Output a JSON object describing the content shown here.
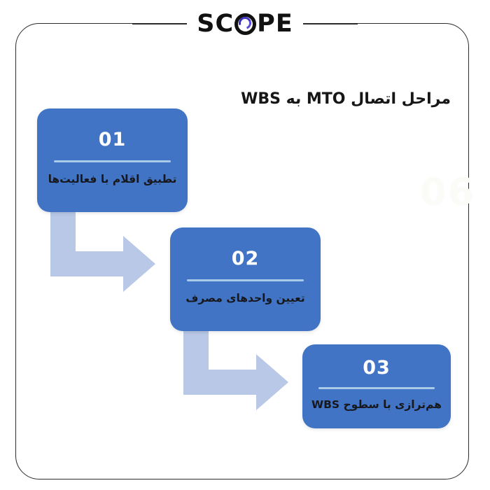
{
  "brand": {
    "logo_text_before": "SC",
    "logo_icon": "scope-o-ring-icon",
    "logo_text_after": "PE",
    "logo_full": "SCOPE"
  },
  "heading": {
    "title": "مراحل اتصال MTO به WBS"
  },
  "watermark": {
    "text": "06"
  },
  "colors": {
    "card_blue": "#4274c6",
    "card_rule": "#a9cbe8",
    "arrow": "#b8c8e6",
    "frame_border": "#2b2b2b",
    "heading_text": "#161616",
    "card_label_text": "#16181d",
    "logo_accent": "#4236c9",
    "background": "#ffffff"
  },
  "steps": [
    {
      "number": "01",
      "label": "تطبیق اقلام با فعالیت‌ها"
    },
    {
      "number": "02",
      "label": "تعیین واحدهای مصرف"
    },
    {
      "number": "03",
      "label": "هم‌ترازی با سطوح WBS"
    }
  ],
  "connectors": [
    {
      "from": "01",
      "to": "02",
      "shape": "down-then-right-arrow"
    },
    {
      "from": "02",
      "to": "03",
      "shape": "down-then-right-arrow"
    }
  ]
}
